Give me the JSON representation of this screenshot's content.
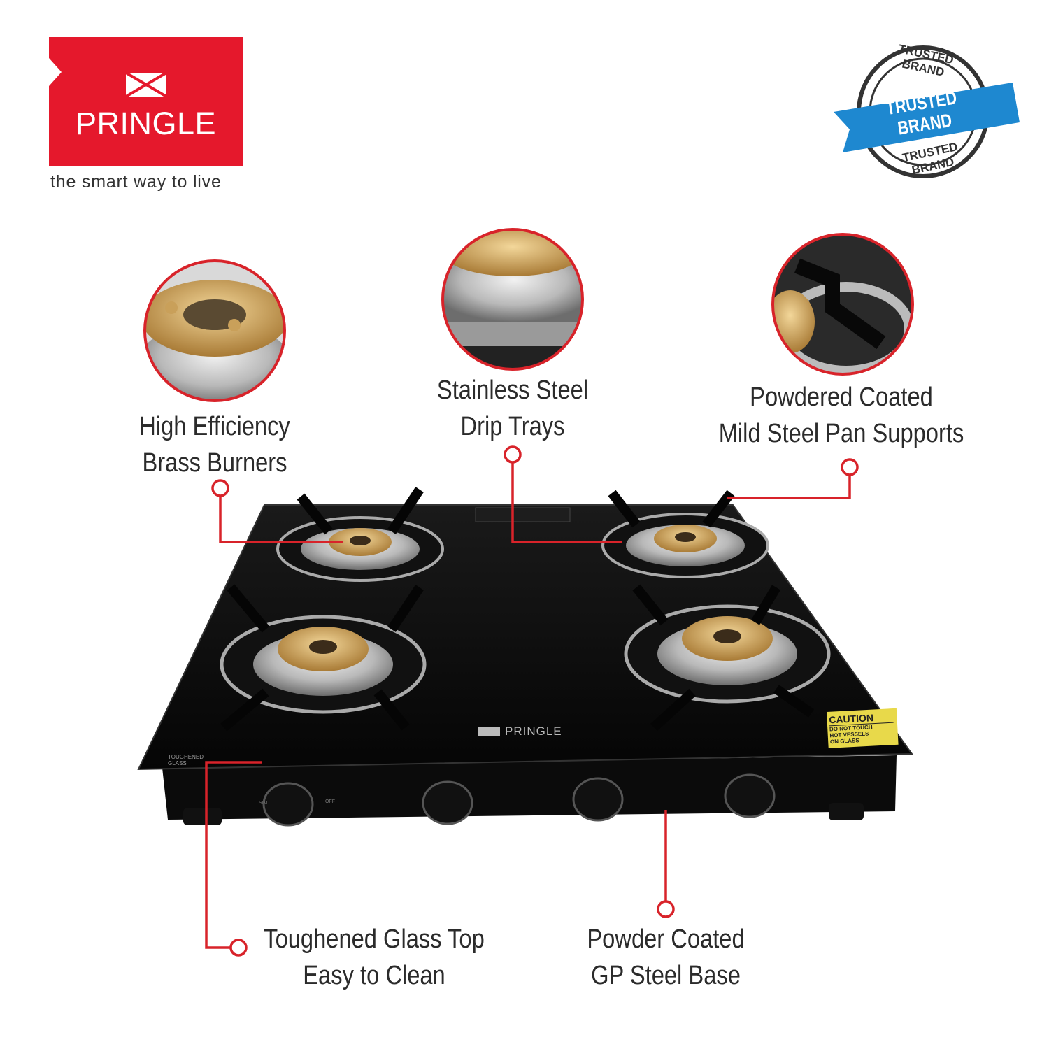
{
  "brand": {
    "name": "PRINGLE",
    "tagline": "the smart way to live",
    "color": "#e5182c"
  },
  "badge": {
    "ring_top": "TRUSTED BRAND",
    "ribbon": "TRUSTED BRAND",
    "ring_bottom": "TRUSTED BRAND",
    "ribbon_color": "#1e88d0"
  },
  "features": [
    {
      "line1": "High Efficiency",
      "line2": "Brass Burners"
    },
    {
      "line1": "Stainless Steel",
      "line2": "Drip Trays"
    },
    {
      "line1": "Powdered Coated",
      "line2": "Mild Steel Pan Supports"
    },
    {
      "line1": "Toughened Glass Top",
      "line2": "Easy to Clean"
    },
    {
      "line1": "Powder Coated",
      "line2": "GP Steel Base"
    }
  ],
  "product": {
    "glass_brand": "PRINGLE",
    "glass_mark": "TOUGHENED GLASS",
    "caution": {
      "title": "CAUTION",
      "text": "DO NOT TOUCH HOT VESSELS ON GLASS"
    },
    "knob_labels": {
      "sim": "SIM",
      "off": "OFF"
    }
  },
  "accent": "#d8232a"
}
